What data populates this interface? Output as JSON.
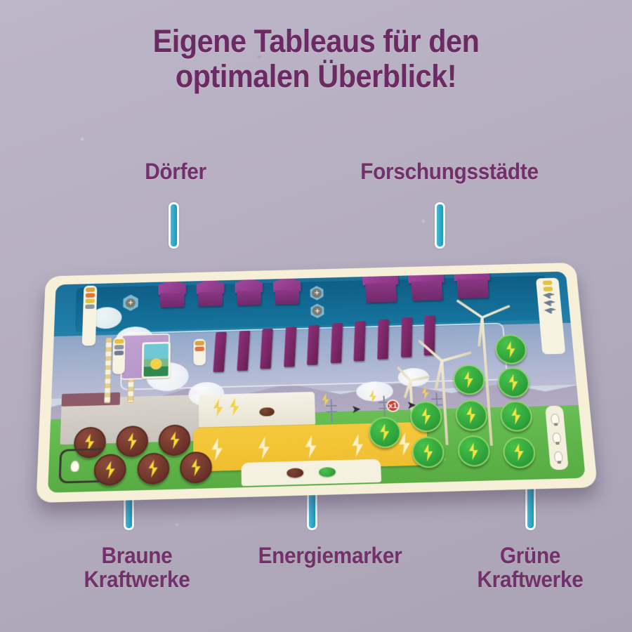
{
  "meta": {
    "background_color": "#b7b0c2",
    "headline_color": "#6c2a63",
    "label_color": "#74306a",
    "pointer_color": "#2da8c8",
    "board_frame_color": "#f6f0d8",
    "purple_piece_color": "#8c3686",
    "brown_disc_color": "#6b3228",
    "green_disc_color": "#2ea23a",
    "energy_track_color": "#f5c93c"
  },
  "headline": {
    "line1": "Eigene Tableaus für den",
    "line2": "optimalen Überblick!"
  },
  "callouts": {
    "villages": "Dörfer",
    "research_cities": "Forschungsstädte",
    "brown_plants": "Braune\nKraftwerke",
    "energy_marker": "Energiemarker",
    "green_plants": "Grüne\nKraftwerke"
  },
  "board": {
    "villages_count": 4,
    "research_cities_count": 3,
    "towers_count": 10,
    "brown_discs_count": 6,
    "green_discs_count": 10,
    "energy_track_bolts": 5,
    "plus_tokens": [
      "+",
      "+",
      "+"
    ],
    "badge_multiplier": "x1",
    "score_bulbs": 3,
    "energy_markers": [
      "brown",
      "green"
    ],
    "left_resource_chips": [
      "wood",
      "orange",
      "yellow",
      "grey"
    ],
    "right_resource_chips": [
      "yellow",
      "yellow",
      "steel",
      "steel",
      "steel"
    ],
    "wind_turbines": 3,
    "smokestacks": 2
  }
}
